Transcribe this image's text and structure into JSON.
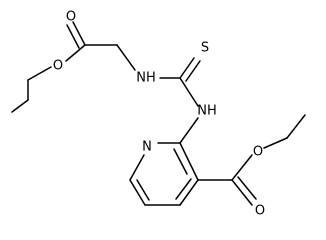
{
  "atoms": {
    "carbonyl_oxygen_top": "O",
    "ester_oxygen_left": "O",
    "nh_upper": "NH",
    "thione_sulfur": "S",
    "nh_lower": "NH",
    "pyridine_nitrogen": "N",
    "ester_oxygen_right": "O",
    "carbonyl_oxygen_bottom": "O"
  }
}
